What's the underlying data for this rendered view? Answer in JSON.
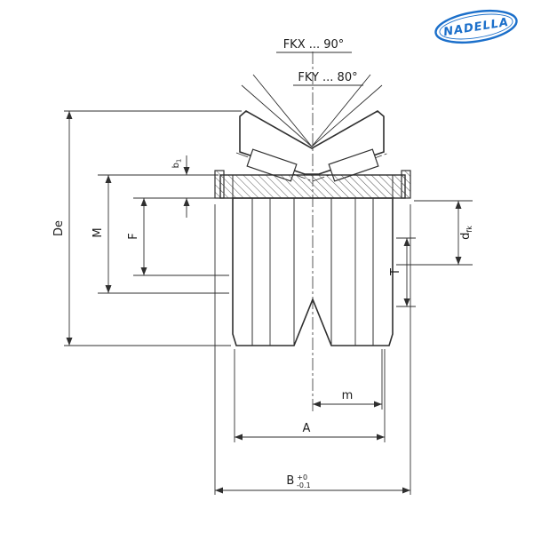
{
  "logo": {
    "text": "NADELLA",
    "color": "#1b6fca"
  },
  "angles": {
    "fkx": "FKX ... 90°",
    "fky": "FKY ... 80°"
  },
  "dims": {
    "de": "De",
    "m_height": "M",
    "f": "F",
    "b1_base": "b",
    "b1_sub": "1",
    "d_base": "d",
    "d_sub": "fk",
    "t": "T",
    "m_offset": "m",
    "a": "A",
    "b_base": "B",
    "b_tol_upper": "+0",
    "b_tol_lower": "-0.1"
  },
  "drawing": {
    "line_color": "#2f2f2f",
    "hatch_color": "#555555"
  }
}
